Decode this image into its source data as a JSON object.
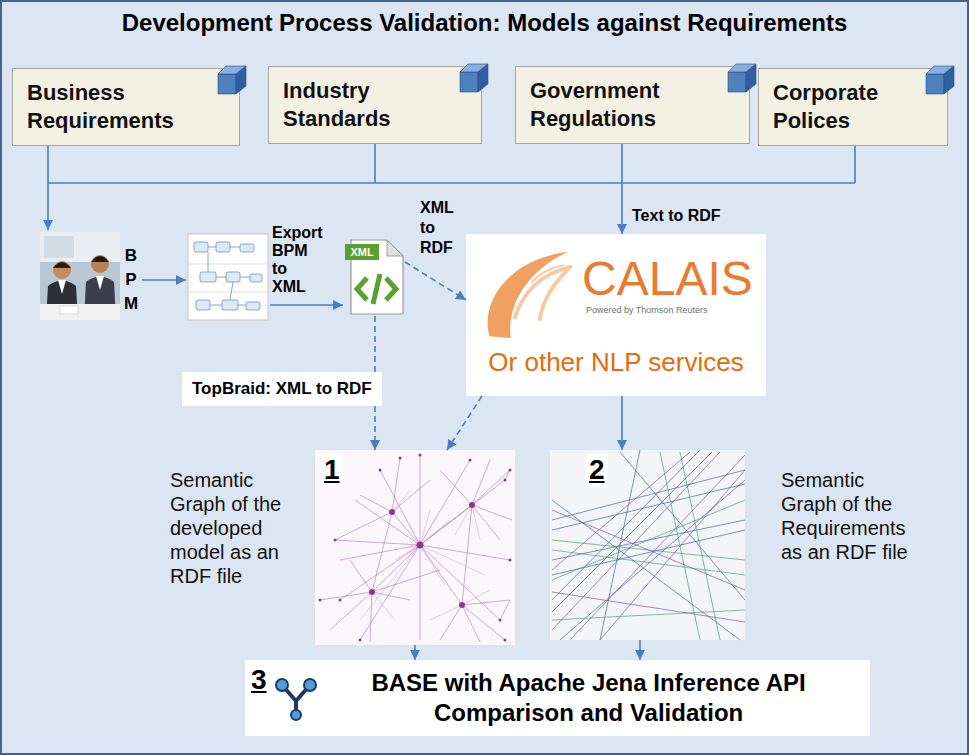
{
  "diagram": {
    "title": "Development Process Validation: Models against Requirements",
    "nodes": [
      {
        "text": [
          "Business Requirements"
        ]
      },
      {
        "text": [
          "Industry Standards"
        ]
      },
      {
        "text": [
          "Government Regulations"
        ]
      },
      {
        "text": [
          "Corporate Polices"
        ]
      },
      {
        "text": [
          "XML"
        ]
      },
      {
        "text": [
          "CALAIS",
          "Powered by Thomson Reuters",
          "Or other NLP services"
        ]
      },
      {
        "text": [
          "1",
          "Semantic Graph of the developed model as an RDF file"
        ]
      },
      {
        "text": [
          "2",
          "Semantic Graph of the Requirements as an RDF file"
        ]
      },
      {
        "text": [
          "3",
          "BASE with Apache Jena Inference API Comparison and Validation"
        ]
      }
    ],
    "edges": [
      {
        "from": 2,
        "to": 5,
        "label": "Text to RDF",
        "arrow": "to"
      },
      {
        "from": 4,
        "to": 5,
        "label": "XML to RDF",
        "arrow": "to"
      },
      {
        "from": 4,
        "to": 6,
        "label": "TopBraid: XML to RDF",
        "arrow": "to"
      },
      {
        "from": 5,
        "to": 6,
        "arrow": "to"
      },
      {
        "from": 5,
        "to": 7,
        "arrow": "to"
      },
      {
        "from": 6,
        "to": 8,
        "arrow": "to"
      },
      {
        "from": 7,
        "to": 8,
        "arrow": "to"
      }
    ],
    "labels": [
      "B P M",
      "Export BPM to XML"
    ]
  }
}
